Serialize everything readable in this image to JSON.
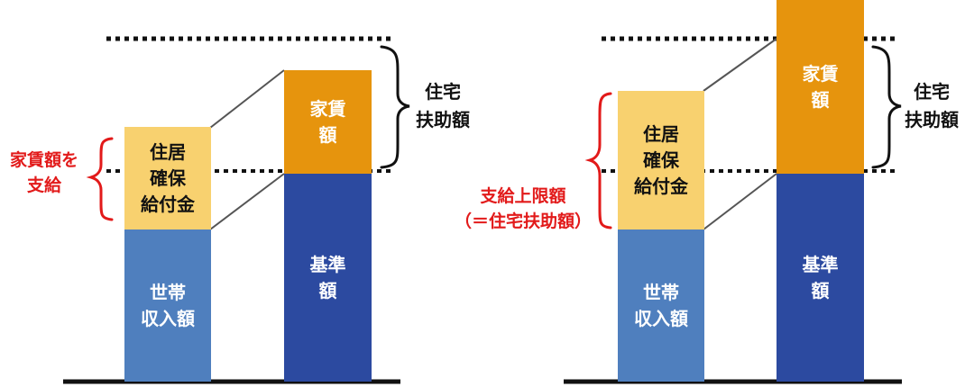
{
  "left": {
    "household_income": "世帯\n収入額",
    "housing_allowance": "住居\n確保\n給付金",
    "base_amount": "基準\n額",
    "rent": "家賃\n額",
    "housing_aid": "住宅\n扶助額",
    "payment_note": "家賃額を\n支給"
  },
  "right": {
    "household_income": "世帯\n収入額",
    "housing_allowance": "住居\n確保\n給付金",
    "base_amount": "基準\n額",
    "rent": "家賃\n額",
    "housing_aid": "住宅\n扶助額",
    "payment_note": "支給上限額\n（＝住宅扶助額）"
  },
  "colors": {
    "income_block": "#4f7fbe",
    "base_block": "#2c4aa0",
    "allowance_block": "#f8d16f",
    "rent_block": "#e6940d",
    "red_note": "#e21a1a"
  }
}
